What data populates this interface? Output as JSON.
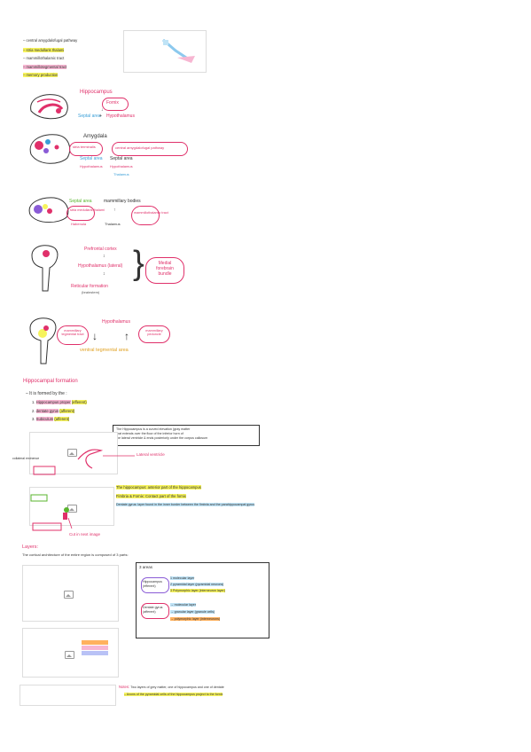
{
  "top_list": [
    "– central amygdalofugal pathway",
    "– stria medullaris thalami",
    "– mammillothalamic tract",
    "– mammillotegmental tract",
    "– memory production"
  ],
  "diagrams": {
    "hippocampus": {
      "title": "Hippocampus",
      "fornix": "Fornix",
      "septal": "Septal area",
      "hypo": "Hypothalamus"
    },
    "amygdala": {
      "title": "Amygdala",
      "stria": "stria terminalis",
      "central": "central amygdalofugal pathway",
      "septal": "Septal area",
      "hypo1": "Hypothalamus",
      "hypo2": "Hypothalamus",
      "thal": "Thalamus"
    },
    "septal": {
      "septal": "Septal area",
      "mammillary": "mammillary bodies",
      "stria": "stria medullaris thalami",
      "habenula": "Habenula",
      "thalamus": "Thalamus",
      "mtt": "mammillothalamic tract"
    },
    "mfb": {
      "pref": "Prefrontal cortex",
      "hypo": "Hypothalamus (lateral)",
      "ret": "Reticular formation",
      "ret2": "(brainstem)",
      "bundle": "Medial forebrain bundle"
    },
    "vta": {
      "title": "Hypothalamus",
      "mtract": "mammillary tegmental tract",
      "mpeduncle": "mammillary peduncle",
      "vta": "ventral tegmental area"
    }
  },
  "hippocampal": {
    "heading": "Hippocampal formation",
    "intro": "– It is formed by the :",
    "items": [
      {
        "num": "1.",
        "text": "Hippocampus proper",
        "note": "(efferent)"
      },
      {
        "num": "2.",
        "text": "dentate gyrus",
        "note": "(afferent)"
      },
      {
        "num": "3.",
        "text": "Subiculum",
        "note": "(afferent)"
      }
    ],
    "note_lines": [
      "The Hippocampus is a curved elevation (gray matter",
      "that extends over the floor of the inferior horn of",
      "the lateral ventricle & ends posteriorly under the corpus callosum"
    ],
    "lateral_ventricle": "Lateral ventricle",
    "fig_label": "collateral eminence",
    "fig_notes": [
      "The hippocampus: anterior part of the hippocampus",
      "Fimbria & Fornix: Contact part of the fornix",
      "Dentate gyrus: layer found in the inner border between the fimbria and the parahippocampal gyrus"
    ],
    "cut": "Cut in next image"
  },
  "layers": {
    "heading": "Layers:",
    "desc": "The cortical architecture of the entire region is composed of 3 parts:",
    "box_title": "3 areas",
    "hippo_label": "Hippocampus (efferent)",
    "hippo_layers": [
      "1 molecular layer",
      "2 pyramidal layer (pyramidal neurons)",
      "3 Polymorphic layer (interneuron layer)"
    ],
    "dg_label": "Dentate gyrus (afferent)",
    "dg_layers": [
      "→ molecular layer",
      "→ granular layer (granule cells)",
      "→ polymorphic layer (interneurons)"
    ],
    "notes_title": "Notes:",
    "notes": [
      "Two layers of grey matter, one of hippocampus and one of dentate",
      "– Axons of the pyramidal cells of the hippocampus project to the fornix"
    ]
  },
  "colors": {
    "pink": "#e0306a",
    "yellow": "#f6f35c",
    "blue": "#bfe3f6",
    "green": "#b9f09a",
    "orange": "#ffb15e"
  }
}
